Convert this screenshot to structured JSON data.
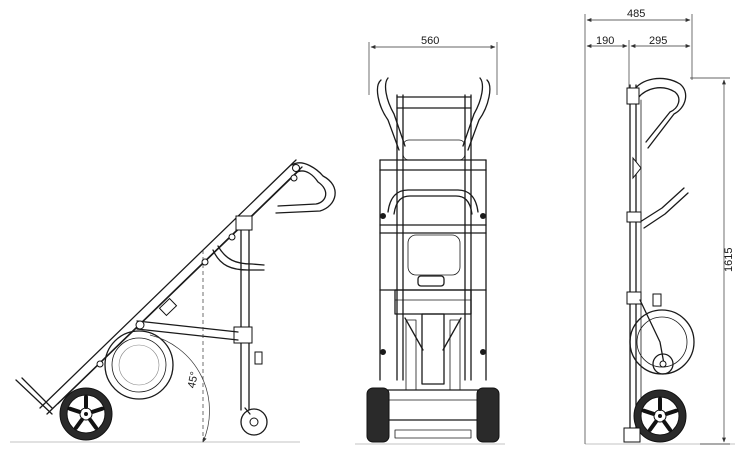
{
  "dimensions": {
    "front_width": "560",
    "overall_depth": "485",
    "front_depth": "190",
    "rear_depth": "295",
    "height": "1615",
    "tilt_angle": "45°"
  },
  "colors": {
    "line": "#1a1a1a",
    "dimension": "#333333",
    "background": "#ffffff"
  }
}
